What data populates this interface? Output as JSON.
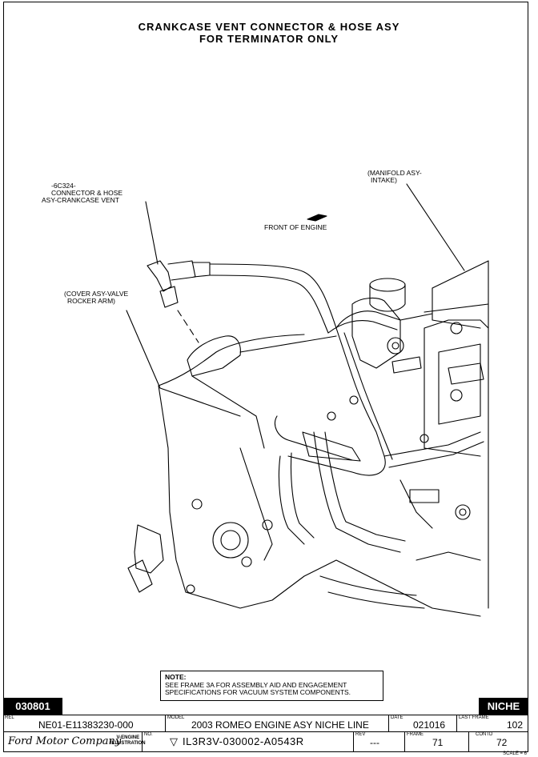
{
  "title": {
    "line1": "CRANKCASE VENT CONNECTOR & HOSE ASY",
    "line2": "FOR TERMINATOR ONLY"
  },
  "callouts": {
    "part_number": "-6C324-",
    "connector_line1": "CONNECTOR & HOSE",
    "connector_line2": "ASY-CRANKCASE VENT",
    "manifold_line1": "(MANIFOLD ASY-",
    "manifold_line2": "INTAKE)",
    "front": "FRONT OF ENGINE",
    "cover_line1": "(COVER ASY-VALVE",
    "cover_line2": "ROCKER ARM)"
  },
  "note": {
    "heading": "NOTE:",
    "line1": "SEE FRAME 3A FOR ASSEMBLY AID AND ENGAGEMENT",
    "line2": "SPECIFICATIONS FOR VACUUM SYSTEM COMPONENTS."
  },
  "strip": {
    "left_tag": "030801",
    "right_tag": "NICHE"
  },
  "title_block": {
    "rel_label": "REL",
    "rel_value": "NE01-E11383230-000",
    "model_label": "MODEL",
    "model_value": "2003 ROMEO ENGINE ASY NICHE LINE",
    "date_label": "DATE",
    "date_value": "021016",
    "last_frame_label": "LAST FRAME",
    "last_frame_value": "102",
    "company": "Ford Motor Company",
    "illus_line1": "V-ENGINE",
    "illus_line2": "ILLUSTRATION",
    "no_label": "NO.",
    "no_value": "IL3R3V-030002-A0543R",
    "rev_label": "REV",
    "rev_value": "---",
    "frame_label": "FRAME",
    "frame_value": "71",
    "contd_label": "CONTD",
    "contd_value": "72"
  },
  "footer": {
    "scale": "SCALE = 6"
  }
}
